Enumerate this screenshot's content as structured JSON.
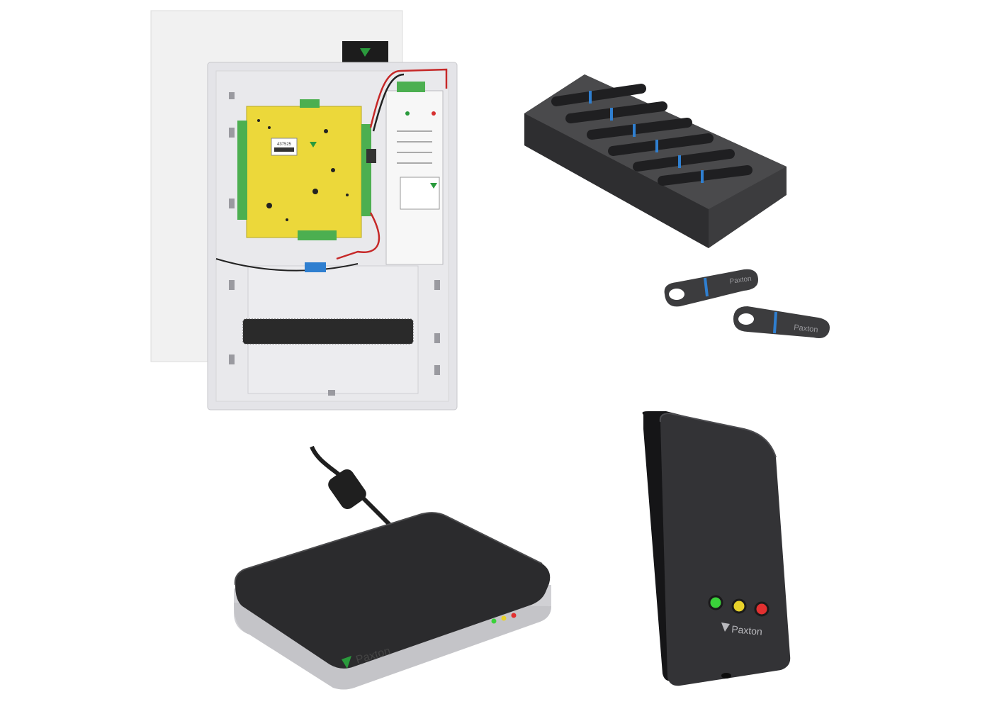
{
  "products": {
    "controller": {
      "name": "net2-controller-enclosure",
      "brand": "Paxton",
      "label_code": "437525"
    },
    "keyfobs": {
      "name": "proximity-keyfobs-tray",
      "fob_brand_1": "Paxton",
      "fob_brand_2": "Paxton"
    },
    "desktop_reader": {
      "name": "desktop-usb-reader",
      "brand": "Paxton"
    },
    "wall_reader": {
      "name": "p-series-proximity-reader",
      "brand": "Paxton"
    }
  },
  "colors": {
    "paxton_green": "#2a9a3c",
    "pcb_yellow": "#ecd83a",
    "fob_blue": "#2f7fd0",
    "led_green": "#3ad23a",
    "led_yellow": "#e8d22a",
    "led_red": "#e23030"
  }
}
